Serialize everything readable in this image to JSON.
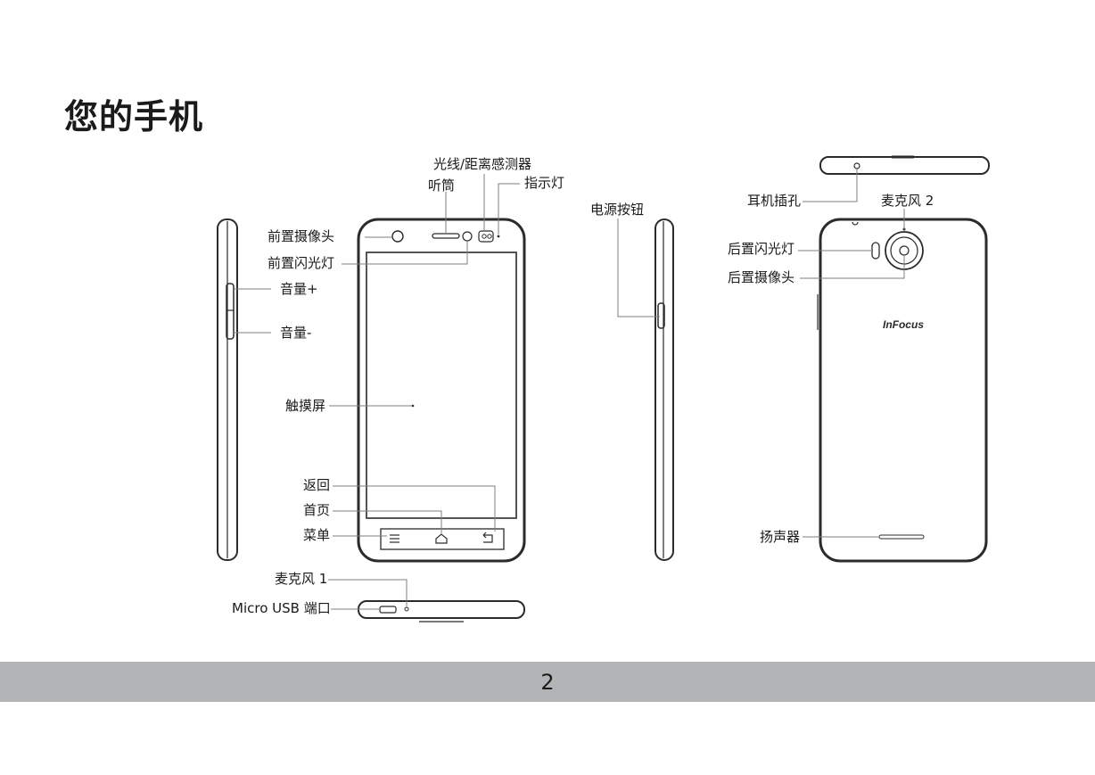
{
  "header": {
    "title": "您的手机"
  },
  "diagram": {
    "labels": {
      "sensor": "光线/距离感测器",
      "receiver": "听筒",
      "indicator": "指示灯",
      "front_camera": "前置摄像头",
      "front_flash": "前置闪光灯",
      "volume_up": "音量+",
      "volume_down": "音量-",
      "touchscreen": "触摸屏",
      "back": "返回",
      "home": "首页",
      "menu": "菜单",
      "mic1": "麦克风 1",
      "usb": "Micro USB 端口",
      "power": "电源按钮",
      "headphone": "耳机插孔",
      "mic2": "麦克风 2",
      "rear_flash": "后置闪光灯",
      "rear_camera": "后置摄像头",
      "speaker": "扬声器",
      "brand_logo": "InFocus"
    }
  },
  "footer": {
    "page_number": "2"
  }
}
